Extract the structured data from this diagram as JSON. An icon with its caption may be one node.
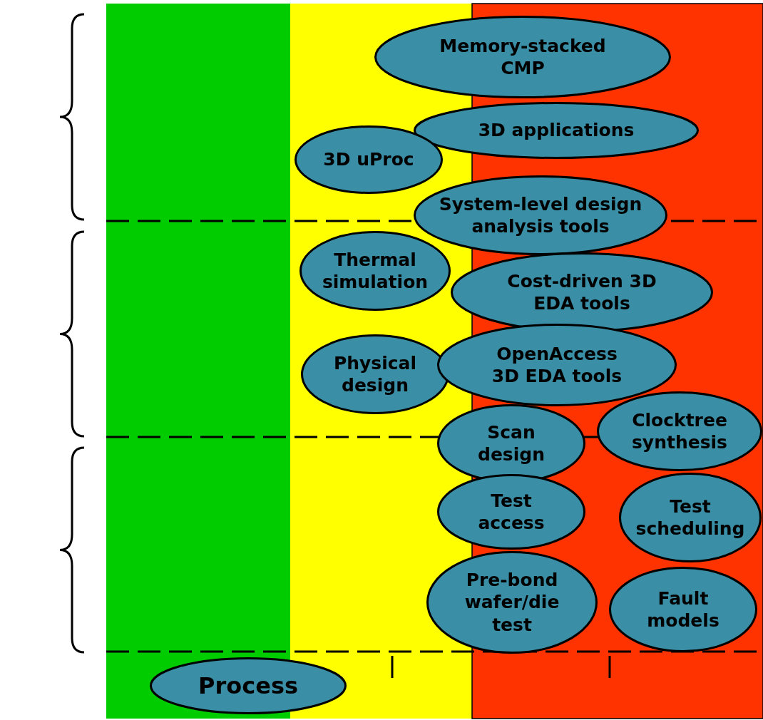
{
  "diagram": {
    "nodes": [
      {
        "text": [
          "Memory-stacked CMP"
        ]
      },
      {
        "text": [
          "3D applications"
        ]
      },
      {
        "text": [
          "3D uProc"
        ]
      },
      {
        "text": [
          "System-level design analysis tools"
        ]
      },
      {
        "text": [
          "Thermal simulation"
        ]
      },
      {
        "text": [
          "Cost-driven 3D EDA tools"
        ]
      },
      {
        "text": [
          "Physical design"
        ]
      },
      {
        "text": [
          "OpenAccess 3D EDA tools"
        ]
      },
      {
        "text": [
          "Scan design"
        ]
      },
      {
        "text": [
          "Clocktree synthesis"
        ]
      },
      {
        "text": [
          "Test access"
        ]
      },
      {
        "text": [
          "Test scheduling"
        ]
      },
      {
        "text": [
          "Pre-bond wafer/die test"
        ]
      },
      {
        "text": [
          "Fault models"
        ]
      },
      {
        "text": [
          "Process"
        ]
      }
    ]
  }
}
